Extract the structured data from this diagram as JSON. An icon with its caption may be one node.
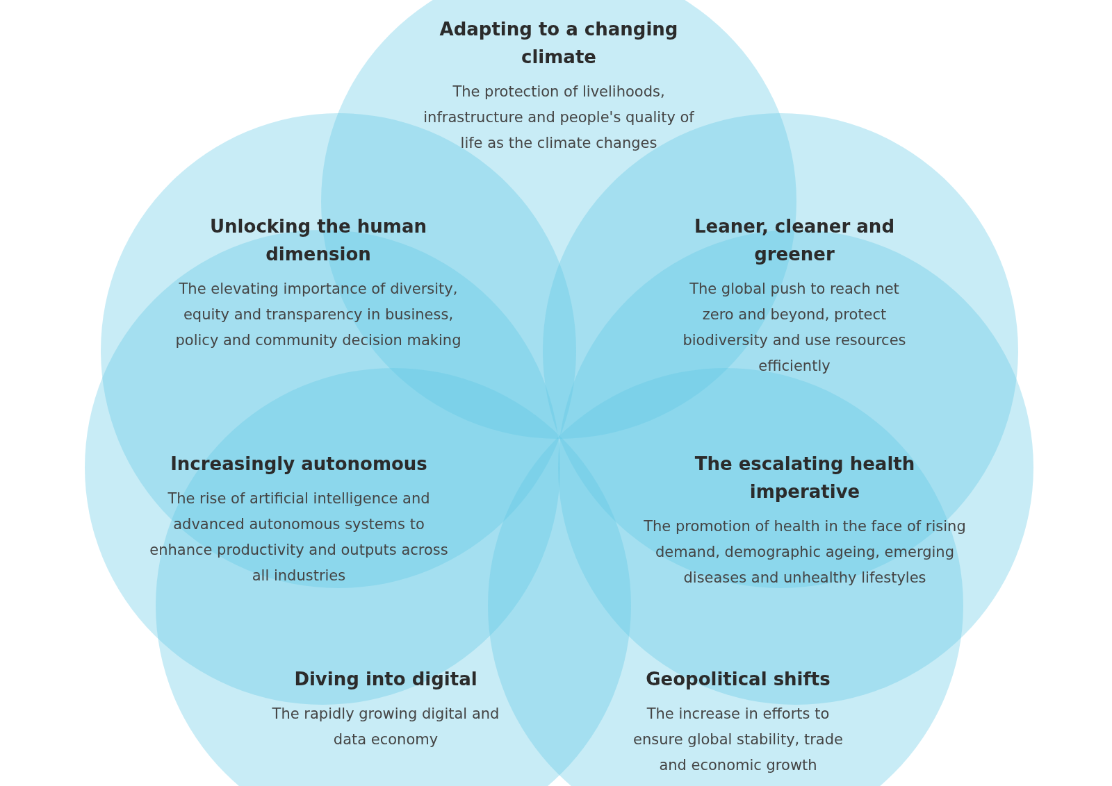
{
  "diagram": {
    "nodes": [
      {
        "text": [
          "Adapting to a changing climate",
          "The protection of livelihoods, infrastructure and people's quality of life as the climate changes"
        ]
      },
      {
        "text": [
          "Unlocking the human dimension",
          "The elevating importance of diversity, equity and transparency in business, policy and community decision making"
        ]
      },
      {
        "text": [
          "Leaner, cleaner and greener",
          "The global push to reach net zero and beyond, protect biodiversity and use resources efficiently"
        ]
      },
      {
        "text": [
          "Increasingly autonomous",
          "The rise of artificial intelligence and advanced autonomous systems to enhance productivity and outputs across all industries"
        ]
      },
      {
        "text": [
          "The escalating health imperative",
          "The promotion of health in the face of rising demand, demographic ageing, emerging diseases and unhealthy lifestyles"
        ]
      },
      {
        "text": [
          "Diving into digital",
          "The rapidly growing digital and data economy"
        ]
      },
      {
        "text": [
          "Geopolitical shifts",
          "The increase in efforts to ensure global stability, trade and economic growth"
        ]
      }
    ]
  }
}
